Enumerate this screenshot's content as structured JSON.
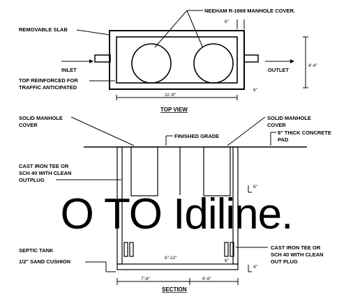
{
  "top_view": {
    "title": "TOP VIEW",
    "removable_slab": "REMOVABLE SLAB",
    "manhole_cover": "NEEHAM R-1869 MANHOLE COVER.",
    "inlet": "INLET",
    "outlet": "OUTLET",
    "traffic_line1": "TOP REINFORCED FOR",
    "traffic_line2": "TRAFFIC ANTICIPATED",
    "dim_length": "11'-8\"",
    "dim_width": "4'-4\"",
    "dim_top": "6\"",
    "dim_right": "6\""
  },
  "section": {
    "title": "SECTION",
    "solid_cover_left_1": "SOLID MANHOLE",
    "solid_cover_left_2": "COVER",
    "finished_grade": "FINISHED GRADE",
    "solid_cover_right_1": "SOLID MANHOLE",
    "solid_cover_right_2": "COVER",
    "slab_1": "8\" THICK CONCRETE",
    "slab_2": "PAD",
    "tee_left_1": "CAST IRON TEE OR",
    "tee_left_2": "SCH 40 WITH CLEAN",
    "tee_left_3": "OUTPLUG",
    "septic_tank": "SEPTIC TANK",
    "sand_cushion": "1/2\" SAND CUSHION",
    "tee_right_1": "CAST IRON TEE OR",
    "tee_right_2": "SCH 40 WITH CLEAN",
    "tee_right_3": "OUT PLUG",
    "dim_left": "7'-8\"",
    "dim_right": "6'-6\"",
    "dim_gap": "6\"-12\"",
    "dim_bottom_right": "6\"",
    "dim_edge_top": "6\"",
    "dim_edge_bottom": "4\""
  },
  "overlay_text": "O TO Idiline."
}
